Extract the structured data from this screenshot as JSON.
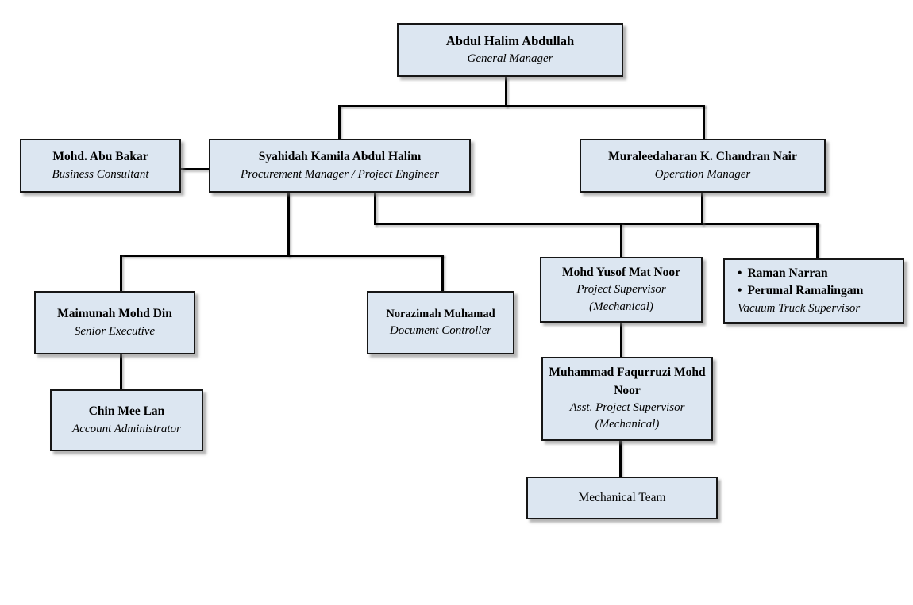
{
  "diagram": {
    "type": "org-chart",
    "colors": {
      "box_fill": "#dce6f1",
      "box_border": "#161616",
      "connector": "#000000",
      "background": "#ffffff"
    },
    "nodes": {
      "general_manager": {
        "name": "Abdul Halim Abdullah",
        "title": "General Manager"
      },
      "business_consultant": {
        "name": "Mohd. Abu Bakar",
        "title": "Business Consultant"
      },
      "procurement_manager": {
        "name": "Syahidah Kamila Abdul Halim",
        "title": "Procurement Manager / Project Engineer"
      },
      "operation_manager": {
        "name": "Muraleedaharan K. Chandran Nair",
        "title": "Operation Manager"
      },
      "senior_executive": {
        "name": "Maimunah Mohd Din",
        "title": "Senior Executive"
      },
      "document_controller": {
        "name": "Norazimah Muhamad",
        "title": "Document Controller"
      },
      "project_supervisor": {
        "name": "Mohd Yusof Mat Noor",
        "title": "Project Supervisor (Mechanical)"
      },
      "vacuum_truck_supervisor": {
        "bullet": "•",
        "names": [
          "Raman Narran",
          "Perumal Ramalingam"
        ],
        "title": "Vacuum Truck Supervisor"
      },
      "account_administrator": {
        "name": "Chin Mee Lan",
        "title": "Account Administrator"
      },
      "asst_project_supervisor": {
        "name": "Muhammad Faqurruzi Mohd Noor",
        "title": "Asst. Project Supervisor (Mechanical)"
      },
      "mechanical_team": {
        "name": "Mechanical Team"
      }
    }
  }
}
